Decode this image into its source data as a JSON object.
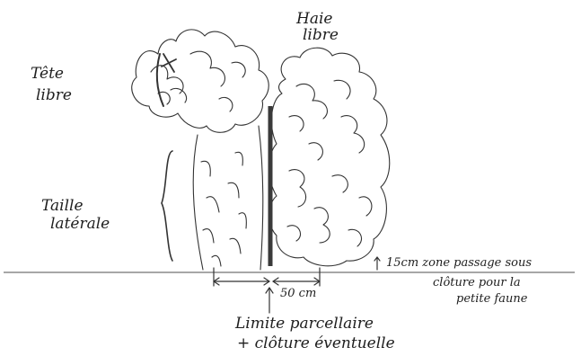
{
  "labels": {
    "haie_libre": [
      "Haie",
      "libre"
    ],
    "tete_libre": [
      "Tête",
      "libre"
    ],
    "taille_laterale": [
      "Taille",
      "latérale"
    ],
    "passage_note": [
      "15cm zone passage sous",
      "clôture pour la",
      "petite faune"
    ],
    "distance": "50 cm",
    "limite": [
      "Limite parcellaire",
      "+ clôture éventuelle"
    ]
  },
  "colors": {
    "ink": "#333333",
    "post": "#3a3a3a",
    "ground": "#8a8a8a"
  }
}
